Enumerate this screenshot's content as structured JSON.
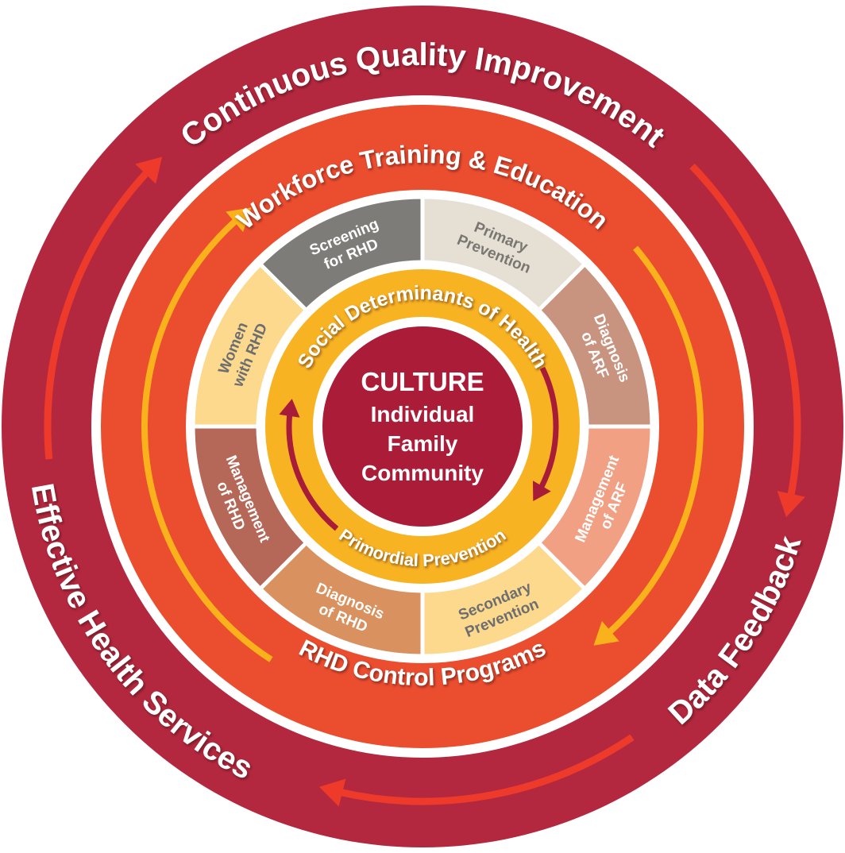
{
  "colors": {
    "outer_ring": "#b3283f",
    "orange_ring": "#eb4d2f",
    "yellow_ring": "#f8b323",
    "center": "#ab1c38",
    "outer_arrows": "#ee3a2b",
    "orange_arrows": "#f9b21b",
    "inner_arrows": "#a81c3a",
    "divider": "#ffffff"
  },
  "outer_ring": {
    "top": "Continuous Quality Improvement",
    "right": "Data Feedback",
    "left": "Effective Health Services"
  },
  "orange_ring": {
    "top": "Workforce Training & Education",
    "bottom": "RHD Control Programs"
  },
  "segments": [
    {
      "lines": [
        "Screening",
        "for RHD"
      ],
      "fill": "#7e7c78",
      "text_color": "#ffffff"
    },
    {
      "lines": [
        "Primary",
        "Prevention"
      ],
      "fill": "#e5dfd4",
      "text_color": "#7a7772"
    },
    {
      "lines": [
        "Diagnosis",
        "of ARF"
      ],
      "fill": "#c8937f",
      "text_color": "#ffffff"
    },
    {
      "lines": [
        "Management",
        "of ARF"
      ],
      "fill": "#f1a083",
      "text_color": "#ffffff"
    },
    {
      "lines": [
        "Secondary",
        "Prevention"
      ],
      "fill": "#fcd98c",
      "text_color": "#6d6e70"
    },
    {
      "lines": [
        "Diagnosis",
        "of RHD"
      ],
      "fill": "#d8915f",
      "text_color": "#ffffff"
    },
    {
      "lines": [
        "Management",
        "of RHD"
      ],
      "fill": "#b66858",
      "text_color": "#ffffff"
    },
    {
      "lines": [
        "Women",
        "with RHD"
      ],
      "fill": "#fcd98c",
      "text_color": "#6d6e70"
    }
  ],
  "yellow_ring": {
    "top": "Social Determinants of Health",
    "bottom": "Primordial Prevention"
  },
  "center": {
    "title": "CULTURE",
    "lines": [
      "Individual",
      "Family",
      "Community"
    ]
  }
}
